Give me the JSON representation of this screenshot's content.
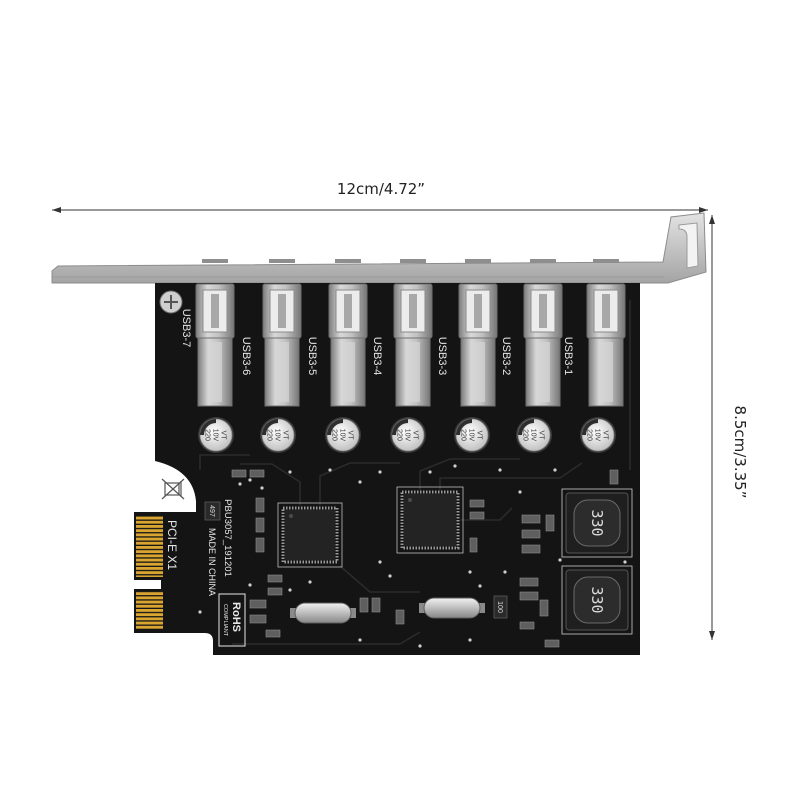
{
  "dimensions": {
    "width_label": "12cm/4.72”",
    "height_label": "8.5cm/3.35”"
  },
  "board": {
    "ports": [
      {
        "label": "USB3-7"
      },
      {
        "label": "USB3-6"
      },
      {
        "label": "USB3-5"
      },
      {
        "label": "USB3-4"
      },
      {
        "label": "USB3-3"
      },
      {
        "label": "USB3-2"
      },
      {
        "label": "USB3-1"
      }
    ],
    "capacitor_marking": [
      "220",
      "10V",
      "VT"
    ],
    "interface_label": "PCI-E X1",
    "model_code": "PBU3057_191201",
    "origin": "MADE IN CHINA",
    "rohs": {
      "title": "RoHS",
      "subtitle": "COMPLIANT"
    },
    "inductor_marking": "330",
    "component_markings": [
      "497",
      "100"
    ]
  },
  "colors": {
    "pcb": "#141414",
    "gold_fingers": "#d9a530",
    "silkscreen": "#e8e8e8"
  }
}
